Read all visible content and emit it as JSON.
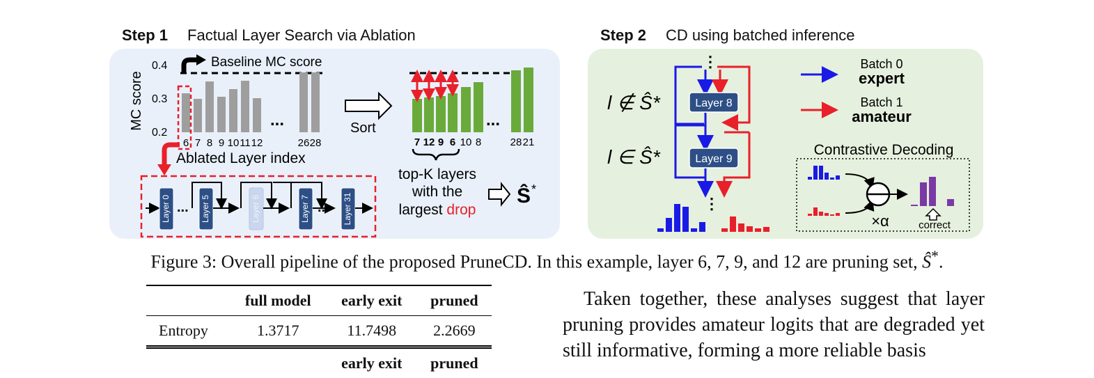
{
  "step1": {
    "label": "Step 1",
    "title": "Factual Layer Search via Ablation",
    "ylabel": "MC score",
    "yticks": [
      "0.4",
      "0.3",
      "0.2"
    ],
    "baseline_label": "Baseline MC score",
    "xlabel": "Ablated Layer index",
    "xticks": [
      "6",
      "7",
      "8",
      "9",
      "10",
      "11",
      "12",
      "26",
      "28"
    ],
    "ellipsis": "...",
    "sort_label": "Sort",
    "sorted_ticks": [
      "7",
      "12",
      "9",
      "6",
      "10",
      "8",
      "28",
      "21"
    ],
    "topk_line1": "top-K layers",
    "topk_line2": "with the",
    "topk_line3_pre": "largest ",
    "topk_line3_red": "drop",
    "result_symbol": "Ŝ",
    "result_sup": "*",
    "layers": [
      "Layer 0",
      "Layer 5",
      "Layer 6",
      "Layer 7",
      "Layer 31"
    ],
    "colors": {
      "bar_gray": "#9e9e9e",
      "bar_green": "#6aaa3a",
      "red": "#e8202a",
      "layer_blue": "#2d4f86",
      "panel_bg": "#e9f0fa"
    }
  },
  "step2": {
    "label": "Step 2",
    "title": "CD using batched inference",
    "cond_notin": "l ∉ Ŝ*",
    "cond_in": "l ∈ Ŝ*",
    "layer_a": "Layer 8",
    "layer_b": "Layer 9",
    "batch0_line1": "Batch 0",
    "batch0_line2": "expert",
    "batch1_line1": "Batch 1",
    "batch1_line2": "amateur",
    "cd_title": "Contrastive Decoding",
    "alpha_label": "×α",
    "correct_label": "correct",
    "colors": {
      "expert": "#1a1ae6",
      "amateur": "#e8202a",
      "result": "#7a3aa6",
      "panel_bg": "#e6f0de"
    }
  },
  "caption": {
    "text": "Figure 3: Overall pipeline of the proposed PruneCD. In this example, layer 6, 7, 9, and 12 are pruning set, ",
    "symbol": "Ŝ",
    "sup": "*",
    "end": "."
  },
  "table": {
    "headers": [
      "",
      "full model",
      "early exit",
      "pruned"
    ],
    "rows": [
      [
        "Entropy",
        "1.3717",
        "11.7498",
        "2.2669"
      ]
    ],
    "headers2": [
      "",
      "",
      "early exit",
      "pruned"
    ]
  },
  "paragraph": "Taken together, these analyses suggest that layer pruning provides amateur logits that are degraded yet still informative, forming a more reliable basis"
}
